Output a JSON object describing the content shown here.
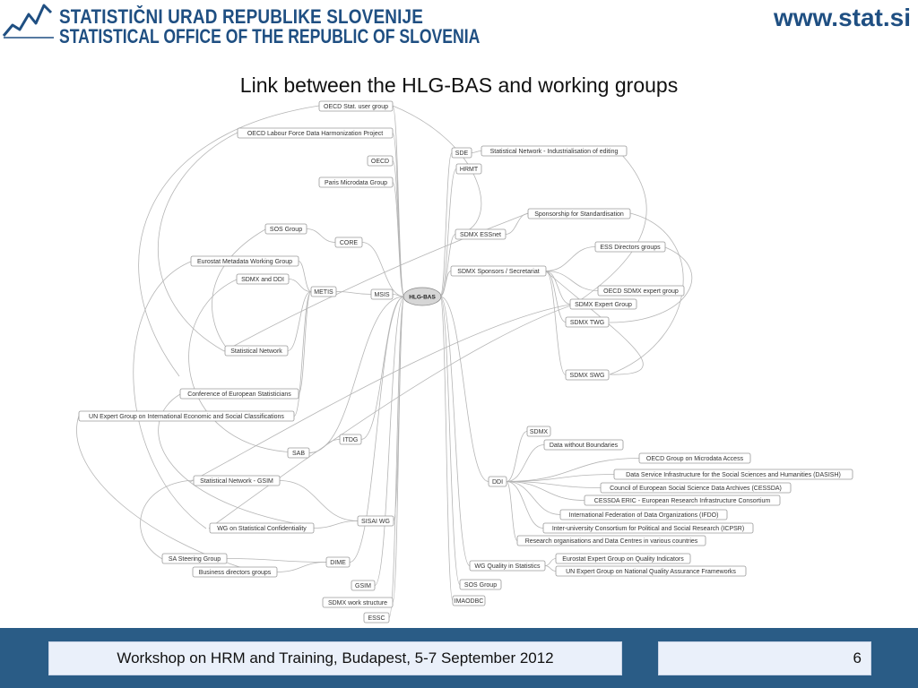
{
  "header": {
    "org_name_sl": "STATISTIČNI URAD REPUBLIKE SLOVENIJE",
    "org_name_en": "STATISTICAL OFFICE  OF THE REPUBLIC OF SLOVENIA",
    "website": "www.stat.si",
    "accent_color": "#1f4f82"
  },
  "slide": {
    "title": "Link between the HLG-BAS and working groups"
  },
  "diagram": {
    "center": "HLG-BAS",
    "labels": {
      "oecd_stat": "OECD Stat. user group",
      "oecd_labour": "OECD Labour Force Data Harmonization Project",
      "oecd": "OECD",
      "paris": "Paris Microdata Group",
      "sos_left": "SOS Group",
      "core": "CORE",
      "eurostat_meta": "Eurostat Metadata Working Group",
      "sdmx_ddi": "SDMX and DDI",
      "metis": "METIS",
      "msis": "MSIS",
      "stat_network": "Statistical Network",
      "ces": "Conference of European Statisticians",
      "un_expert_class": "UN Expert Group on International Economic and Social Classifications",
      "itdg": "ITDG",
      "sab": "SAB",
      "stat_network_gsim": "Statistical Network - GSIM",
      "wg_conf": "WG on Statistical Confidentiality",
      "sisai": "SISAI WG",
      "sa_steering": "SA Steering Group",
      "dime": "DIME",
      "business_dir": "Business directors groups",
      "gsim": "GSIM",
      "sdmx_work": "SDMX work structure",
      "essc": "ESSC",
      "sde": "SDE",
      "stat_net_edit": "Statistical Network - Industrialisation of editing",
      "hrmt": "HRMT",
      "sponsorship": "Sponsorship for Standardisation",
      "sdmx_essnet": "SDMX ESSnet",
      "ess_directors": "ESS Directors groups",
      "sdmx_sponsors": "SDMX Sponsors / Secretariat",
      "oecd_sdmx": "OECD SDMX expert group",
      "sdmx_expert": "SDMX Expert Group",
      "sdmx_twg": "SDMX TWG",
      "sdmx_swg": "SDMX SWG",
      "sdmx": "SDMX",
      "data_wo_bound": "Data without Boundaries",
      "oecd_micro": "OECD Group on Microdata Access",
      "dasish": "Data Service Infrastructure for the Social Sciences and Humanities (DASISH)",
      "cessda": "Council of European Social Science Data Archives (CESSDA)",
      "ddi": "DDI",
      "cessda_eric": "CESSDA ERIC - European Research Infrastructure Consortium",
      "ifdo": "International Federation of Data Organizations (IFDO)",
      "icpsr": "Inter-university Consortium for Political and Social Research (ICPSR)",
      "research_org": "Research organisations and Data Centres in various countries",
      "eurostat_quality": "Eurostat Expert Group on Quality Indicators",
      "wg_quality": "WG Quality in Statistics",
      "un_quality": "UN Expert Group on National Quality Assurance Frameworks",
      "sos_right": "SOS Group",
      "imaodbc": "IMAODBC"
    }
  },
  "footer": {
    "text": "Workshop on HRM and Training, Budapest, 5-7 September 2012",
    "page_number": "6",
    "bar_color": "#2a5c86"
  }
}
